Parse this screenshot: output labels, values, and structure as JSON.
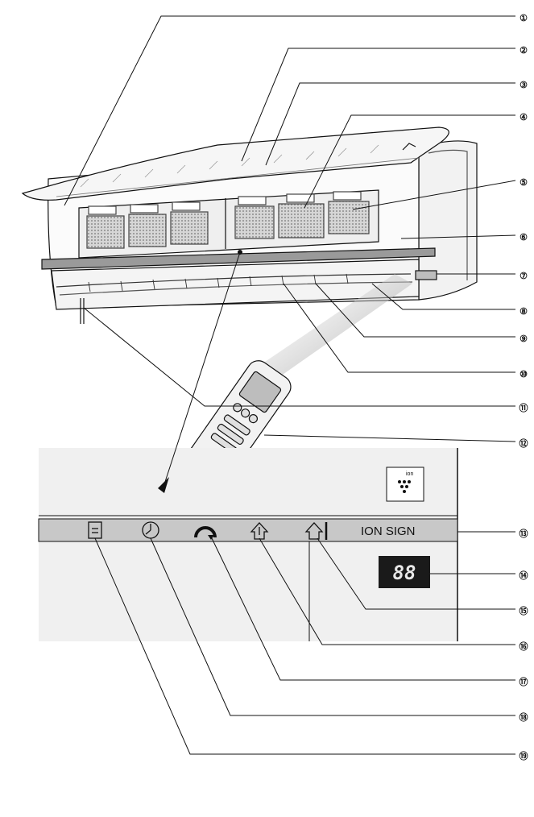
{
  "callouts": [
    {
      "id": 1,
      "label": "①"
    },
    {
      "id": 2,
      "label": "②"
    },
    {
      "id": 3,
      "label": "③"
    },
    {
      "id": 4,
      "label": "④"
    },
    {
      "id": 5,
      "label": "⑤"
    },
    {
      "id": 6,
      "label": "⑥"
    },
    {
      "id": 7,
      "label": "⑦"
    },
    {
      "id": 8,
      "label": "⑧"
    },
    {
      "id": 9,
      "label": "⑨"
    },
    {
      "id": 10,
      "label": "⑩"
    },
    {
      "id": 11,
      "label": "⑪"
    },
    {
      "id": 12,
      "label": "⑫"
    },
    {
      "id": 13,
      "label": "⑬"
    },
    {
      "id": 14,
      "label": "⑭"
    },
    {
      "id": 15,
      "label": "⑮"
    },
    {
      "id": 16,
      "label": "⑯"
    },
    {
      "id": 17,
      "label": "⑰"
    },
    {
      "id": 18,
      "label": "⑱"
    },
    {
      "id": 19,
      "label": "⑲"
    }
  ],
  "panel": {
    "ion_sign_label": "ION SIGN",
    "ion_icon_text": "ion",
    "display_digits": "88"
  },
  "colors": {
    "line": "#111111",
    "panel_bg": "#f0f0f0",
    "indicator_band": "#c8c8c8",
    "display_bg": "#1a1a1a",
    "display_digits": "#e8e8e8",
    "filter_mesh": "#b9b9b9"
  },
  "icons": [
    "filter-icon",
    "timer-clock-icon",
    "operation-arc-icon",
    "house-arrow-icon",
    "house-arrow-bar-icon",
    "ion-dots-icon"
  ]
}
